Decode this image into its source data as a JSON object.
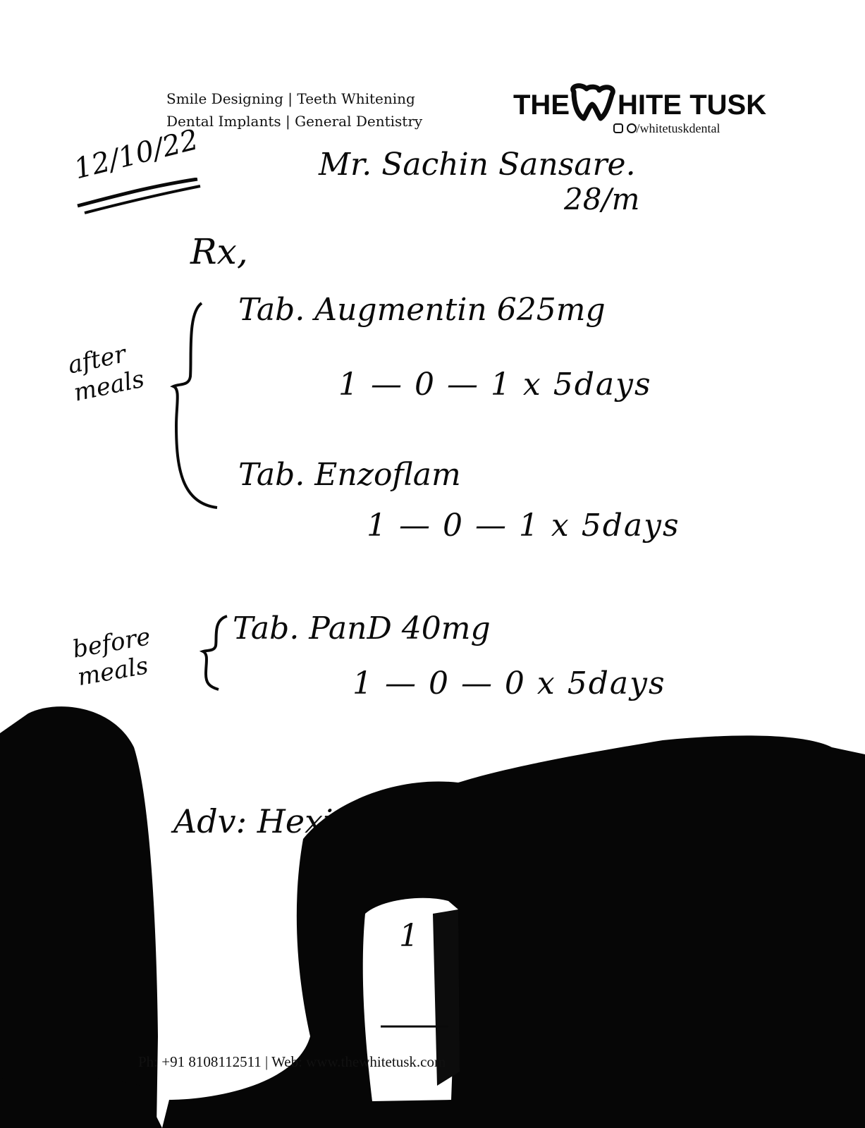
{
  "header": {
    "services_line1": "Smile Designing | Teeth Whitening",
    "services_line2": "Dental Implants | General Dentistry",
    "brand_before": "THE",
    "brand_after": "HITE TUSK",
    "social_handle": "/whitetuskdental",
    "social_icons": [
      "instagram-icon",
      "facebook-icon"
    ]
  },
  "prescription": {
    "date": "12/10/22",
    "patient_name": "Mr. Sachin Sansare.",
    "age_sex": "28/m",
    "rx_symbol": "Rx,",
    "groups": [
      {
        "note": [
          "after",
          "meals"
        ],
        "medicines": [
          {
            "name": "Tab. Augmentin 625mg",
            "dosage": "1 — 0 — 1   x 5days"
          },
          {
            "name": "Tab. Enzoflam",
            "dosage": "1 — 0 — 1   x 5days"
          }
        ]
      },
      {
        "note": [
          "before",
          "meals"
        ],
        "medicines": [
          {
            "name": "Tab. PanD 40mg",
            "dosage": "1 — 0 — 0   x 5days"
          }
        ]
      }
    ],
    "advice": "Adv: Hexigel",
    "partial_mark": "1"
  },
  "footer": {
    "contact": "Ph: +91 8108112511 | Web: www.thewhitetusk.com"
  },
  "colors": {
    "ink": "#0a0a0a",
    "paper": "#ffffff"
  }
}
